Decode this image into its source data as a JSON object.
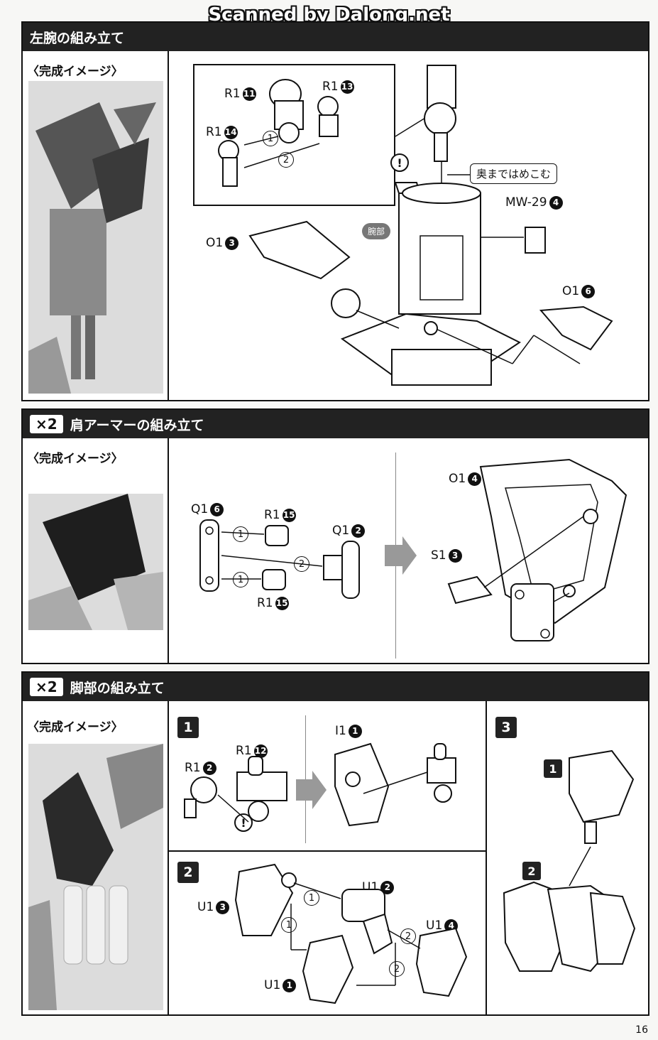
{
  "watermark": "Scanned by Dalong.net",
  "page_number": "16",
  "section1": {
    "title": "左腕の組み立て",
    "image_label": "〈完成イメージ〉",
    "callout": "奥まではめこむ",
    "tag": "腕部",
    "parts": [
      {
        "name": "R1",
        "num": "11"
      },
      {
        "name": "R1",
        "num": "13"
      },
      {
        "name": "R1",
        "num": "14"
      },
      {
        "name": "MW-29",
        "num": "4"
      },
      {
        "name": "O1",
        "num": "3"
      },
      {
        "name": "O1",
        "num": "6"
      }
    ],
    "steps": [
      "1",
      "2"
    ],
    "warn": "!"
  },
  "section2": {
    "multiplier": "×2",
    "title": "肩アーマーの組み立て",
    "image_label": "〈完成イメージ〉",
    "parts": [
      {
        "name": "Q1",
        "num": "6"
      },
      {
        "name": "R1",
        "num": "15"
      },
      {
        "name": "Q1",
        "num": "2"
      },
      {
        "name": "R1",
        "num": "15"
      },
      {
        "name": "O1",
        "num": "4"
      },
      {
        "name": "S1",
        "num": "3"
      }
    ],
    "steps": [
      "1",
      "2",
      "1"
    ]
  },
  "section3": {
    "multiplier": "×2",
    "title": "脚部の組み立て",
    "image_label": "〈完成イメージ〉",
    "step_boxes": [
      "1",
      "2",
      "3",
      "1",
      "2"
    ],
    "parts": [
      {
        "name": "R1",
        "num": "12"
      },
      {
        "name": "R1",
        "num": "2"
      },
      {
        "name": "I1",
        "num": "1"
      },
      {
        "name": "U1",
        "num": "2"
      },
      {
        "name": "U1",
        "num": "3"
      },
      {
        "name": "U1",
        "num": "4"
      },
      {
        "name": "U1",
        "num": "1"
      }
    ],
    "steps": [
      "1",
      "1",
      "2",
      "2"
    ],
    "warn": "!"
  },
  "colors": {
    "header_bg": "#222222",
    "badge": "#111111",
    "tag": "#777777"
  }
}
